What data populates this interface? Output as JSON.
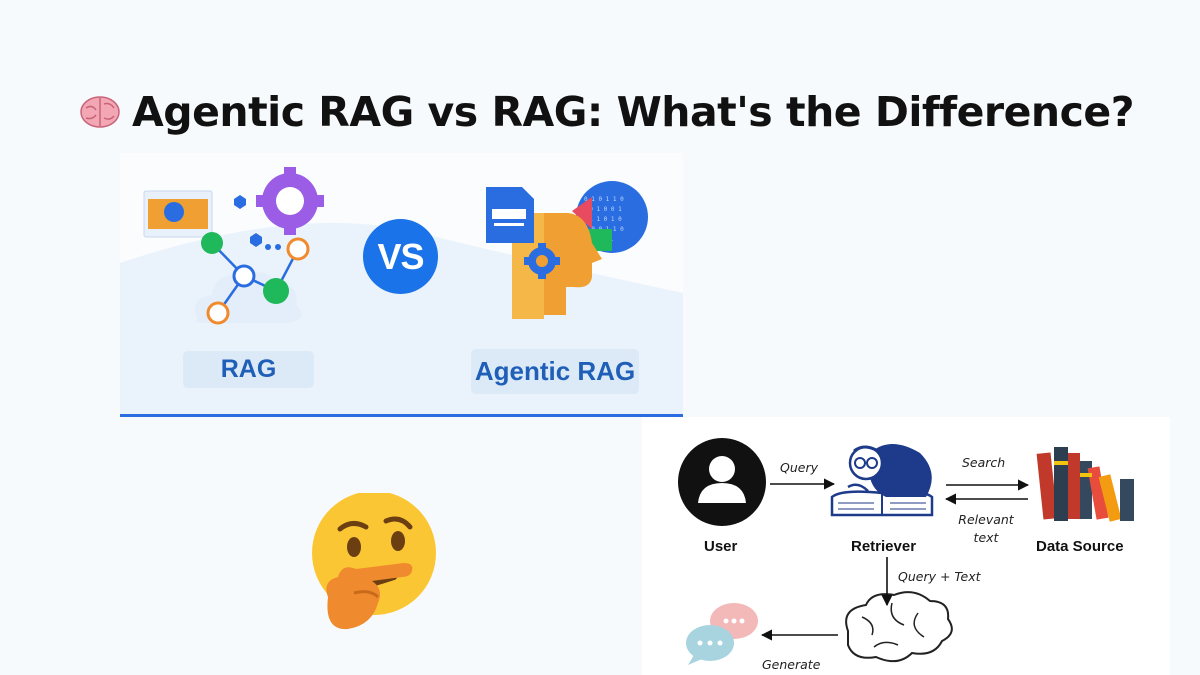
{
  "title": "Agentic RAG vs RAG:  What's the Difference?",
  "title_icon": "brain-icon",
  "comparison": {
    "left_label": "RAG",
    "vs_label": "VS",
    "right_label": "Agentic RAG",
    "accent": "#1a73e8"
  },
  "reaction_icon": "thinking-face-icon",
  "flow": {
    "nodes": {
      "user": "User",
      "retriever": "Retriever",
      "data_source": "Data Source"
    },
    "edges": {
      "query": "Query",
      "search": "Search",
      "relevant_text": "Relevant text",
      "query_plus_text": "Query + Text",
      "generate": "Generate"
    }
  }
}
